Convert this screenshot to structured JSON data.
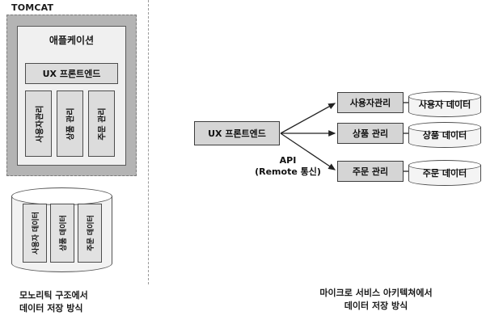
{
  "monolith": {
    "container_label": "TOMCAT",
    "application_label": "애플케이션",
    "ux_frontend_label": "UX 프론트엔드",
    "modules": [
      {
        "label": "사용자관리"
      },
      {
        "label": "상품 관리"
      },
      {
        "label": "주문 관리"
      }
    ],
    "database": {
      "partitions": [
        {
          "label": "사용자 데이터"
        },
        {
          "label": "상품 데이터"
        },
        {
          "label": "주문 데이터"
        }
      ]
    },
    "caption_line1": "모노리틱 구조에서",
    "caption_line2": "데이터 저장 방식"
  },
  "microservices": {
    "ux_frontend_label": "UX 프론트엔드",
    "api_caption_line1": "API",
    "api_caption_line2": "(Remote 통신)",
    "services": [
      {
        "label": "사용자관리",
        "datastore": "사용자 데이터"
      },
      {
        "label": "상품 관리",
        "datastore": "상품 데이터"
      },
      {
        "label": "주문 관리",
        "datastore": "주문 데이터"
      }
    ],
    "caption_line1": "마이크로 서비스 아키텍쳐에서",
    "caption_line2": "데이터 저장 방식"
  },
  "colors": {
    "container_fill": "#b4b4b4",
    "panel_fill": "#f0f0f0",
    "box_fill": "#dcdcdc",
    "service_fill": "#d5d5d5",
    "cylinder_fill": "#f4f4f4",
    "stroke": "#4d4d4d",
    "text": "#111111",
    "divider": "#9a9a9a"
  }
}
